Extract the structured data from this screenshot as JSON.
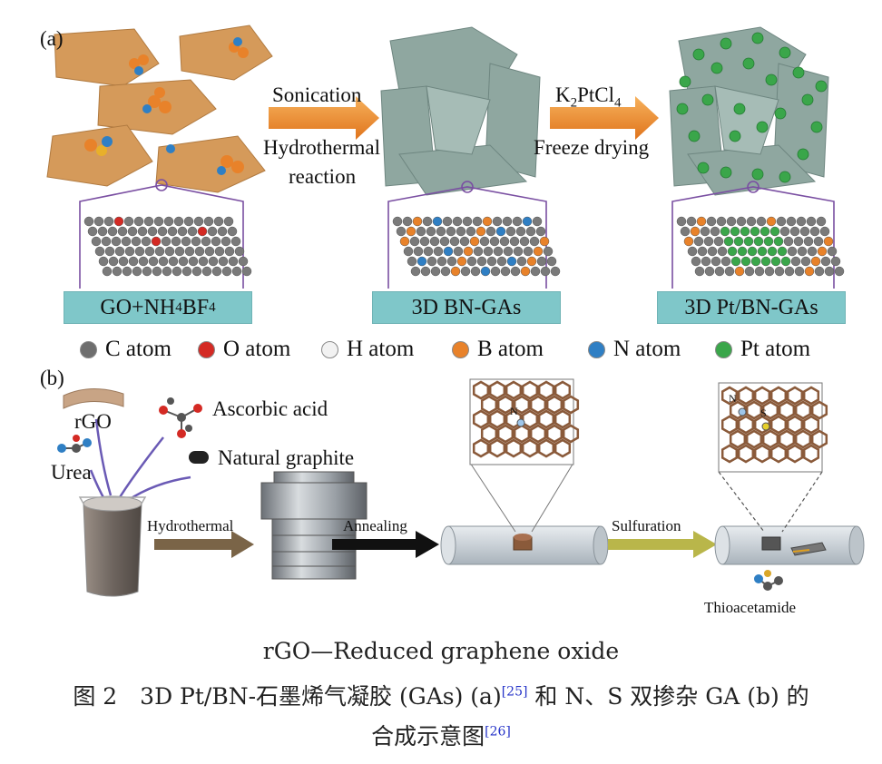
{
  "panel_a": {
    "label": "(a)",
    "step1_top": "Sonication",
    "step1_bottom_1": "Hydrothermal",
    "step1_bottom_2": "reaction",
    "step2_top_main": "K",
    "step2_top_sub1": "2",
    "step2_top_mid": "PtCl",
    "step2_top_sub2": "4",
    "step2_bottom": "Freeze drying",
    "box1_a": "GO+NH",
    "box1_sub1": "4",
    "box1_b": "BF",
    "box1_sub2": "4",
    "box2": "3D BN-GAs",
    "box3": "3D Pt/BN-GAs",
    "legend": [
      {
        "label": "C atom",
        "color": "#6e6e6e"
      },
      {
        "label": "O atom",
        "color": "#d42a24"
      },
      {
        "label": "H atom",
        "color": "#f2f2f2"
      },
      {
        "label": "B atom",
        "color": "#e8822a"
      },
      {
        "label": "N atom",
        "color": "#2f7fc4"
      },
      {
        "label": "Pt atom",
        "color": "#3aa64a"
      }
    ]
  },
  "panel_b": {
    "label": "(b)",
    "rgo": "rGO",
    "urea": "Urea",
    "ascorbic": "Ascorbic acid",
    "graphite": "Natural graphite",
    "hydrothermal": "Hydrothermal",
    "annealing": "Annealing",
    "sulfuration": "Sulfuration",
    "thioacetamide": "Thioacetamide",
    "atom_n": "N",
    "atom_n2": "N",
    "atom_s": "S"
  },
  "caption": {
    "line1": "rGO—Reduced graphene oxide",
    "line2_a": "图 2　3D Pt/BN-石墨烯气凝胶 (GAs) (a)",
    "ref1": "[25]",
    "line2_b": " 和 N、S 双掺杂 GA (b) 的",
    "line3_a": "合成示意图",
    "ref2": "[26]"
  }
}
